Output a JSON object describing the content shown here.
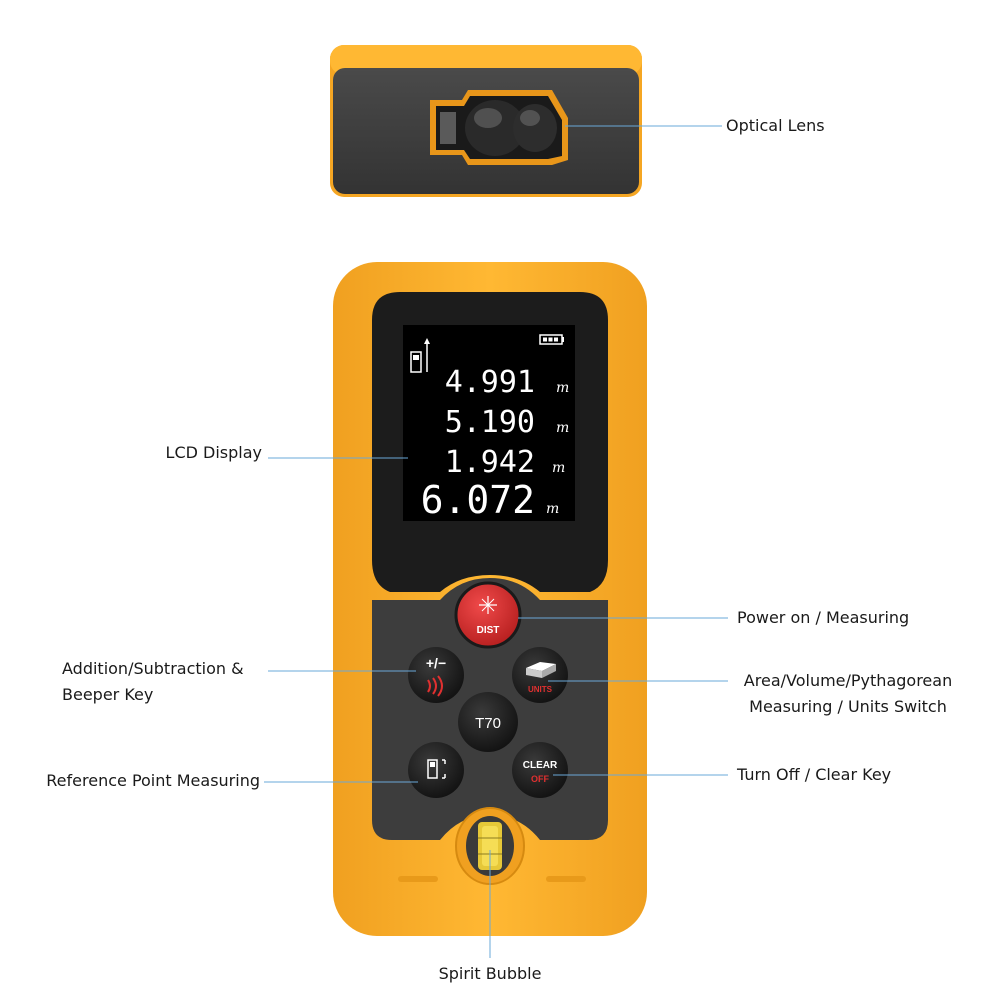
{
  "labels": {
    "optical_lens": "Optical Lens",
    "lcd_display": "LCD Display",
    "power_measuring": "Power on / Measuring",
    "addition_line1": "Addition/Subtraction &",
    "addition_line2": "Beeper Key",
    "area_line1": "Area/Volume/Pythagorean",
    "area_line2": "Measuring / Units Switch",
    "reference_point": "Reference Point Measuring",
    "turn_off": "Turn Off / Clear Key",
    "spirit_bubble": "Spirit Bubble"
  },
  "lcd": {
    "readings": [
      {
        "value": "4.991",
        "unit": "m"
      },
      {
        "value": "5.190",
        "unit": "m"
      },
      {
        "value": "1.942",
        "unit": "m"
      },
      {
        "value": "6.072",
        "unit": "m"
      }
    ]
  },
  "buttons": {
    "dist": "DIST",
    "plus_minus": "+/−",
    "units": "UNITS",
    "model": "T70",
    "clear": "CLEAR",
    "off": "OFF"
  },
  "colors": {
    "body_orange": "#f5a623",
    "body_dark": "#3d3d3d",
    "lcd_bg": "#000000",
    "dist_red": "#d42a2a",
    "leader_line": "#6aa8d8"
  }
}
